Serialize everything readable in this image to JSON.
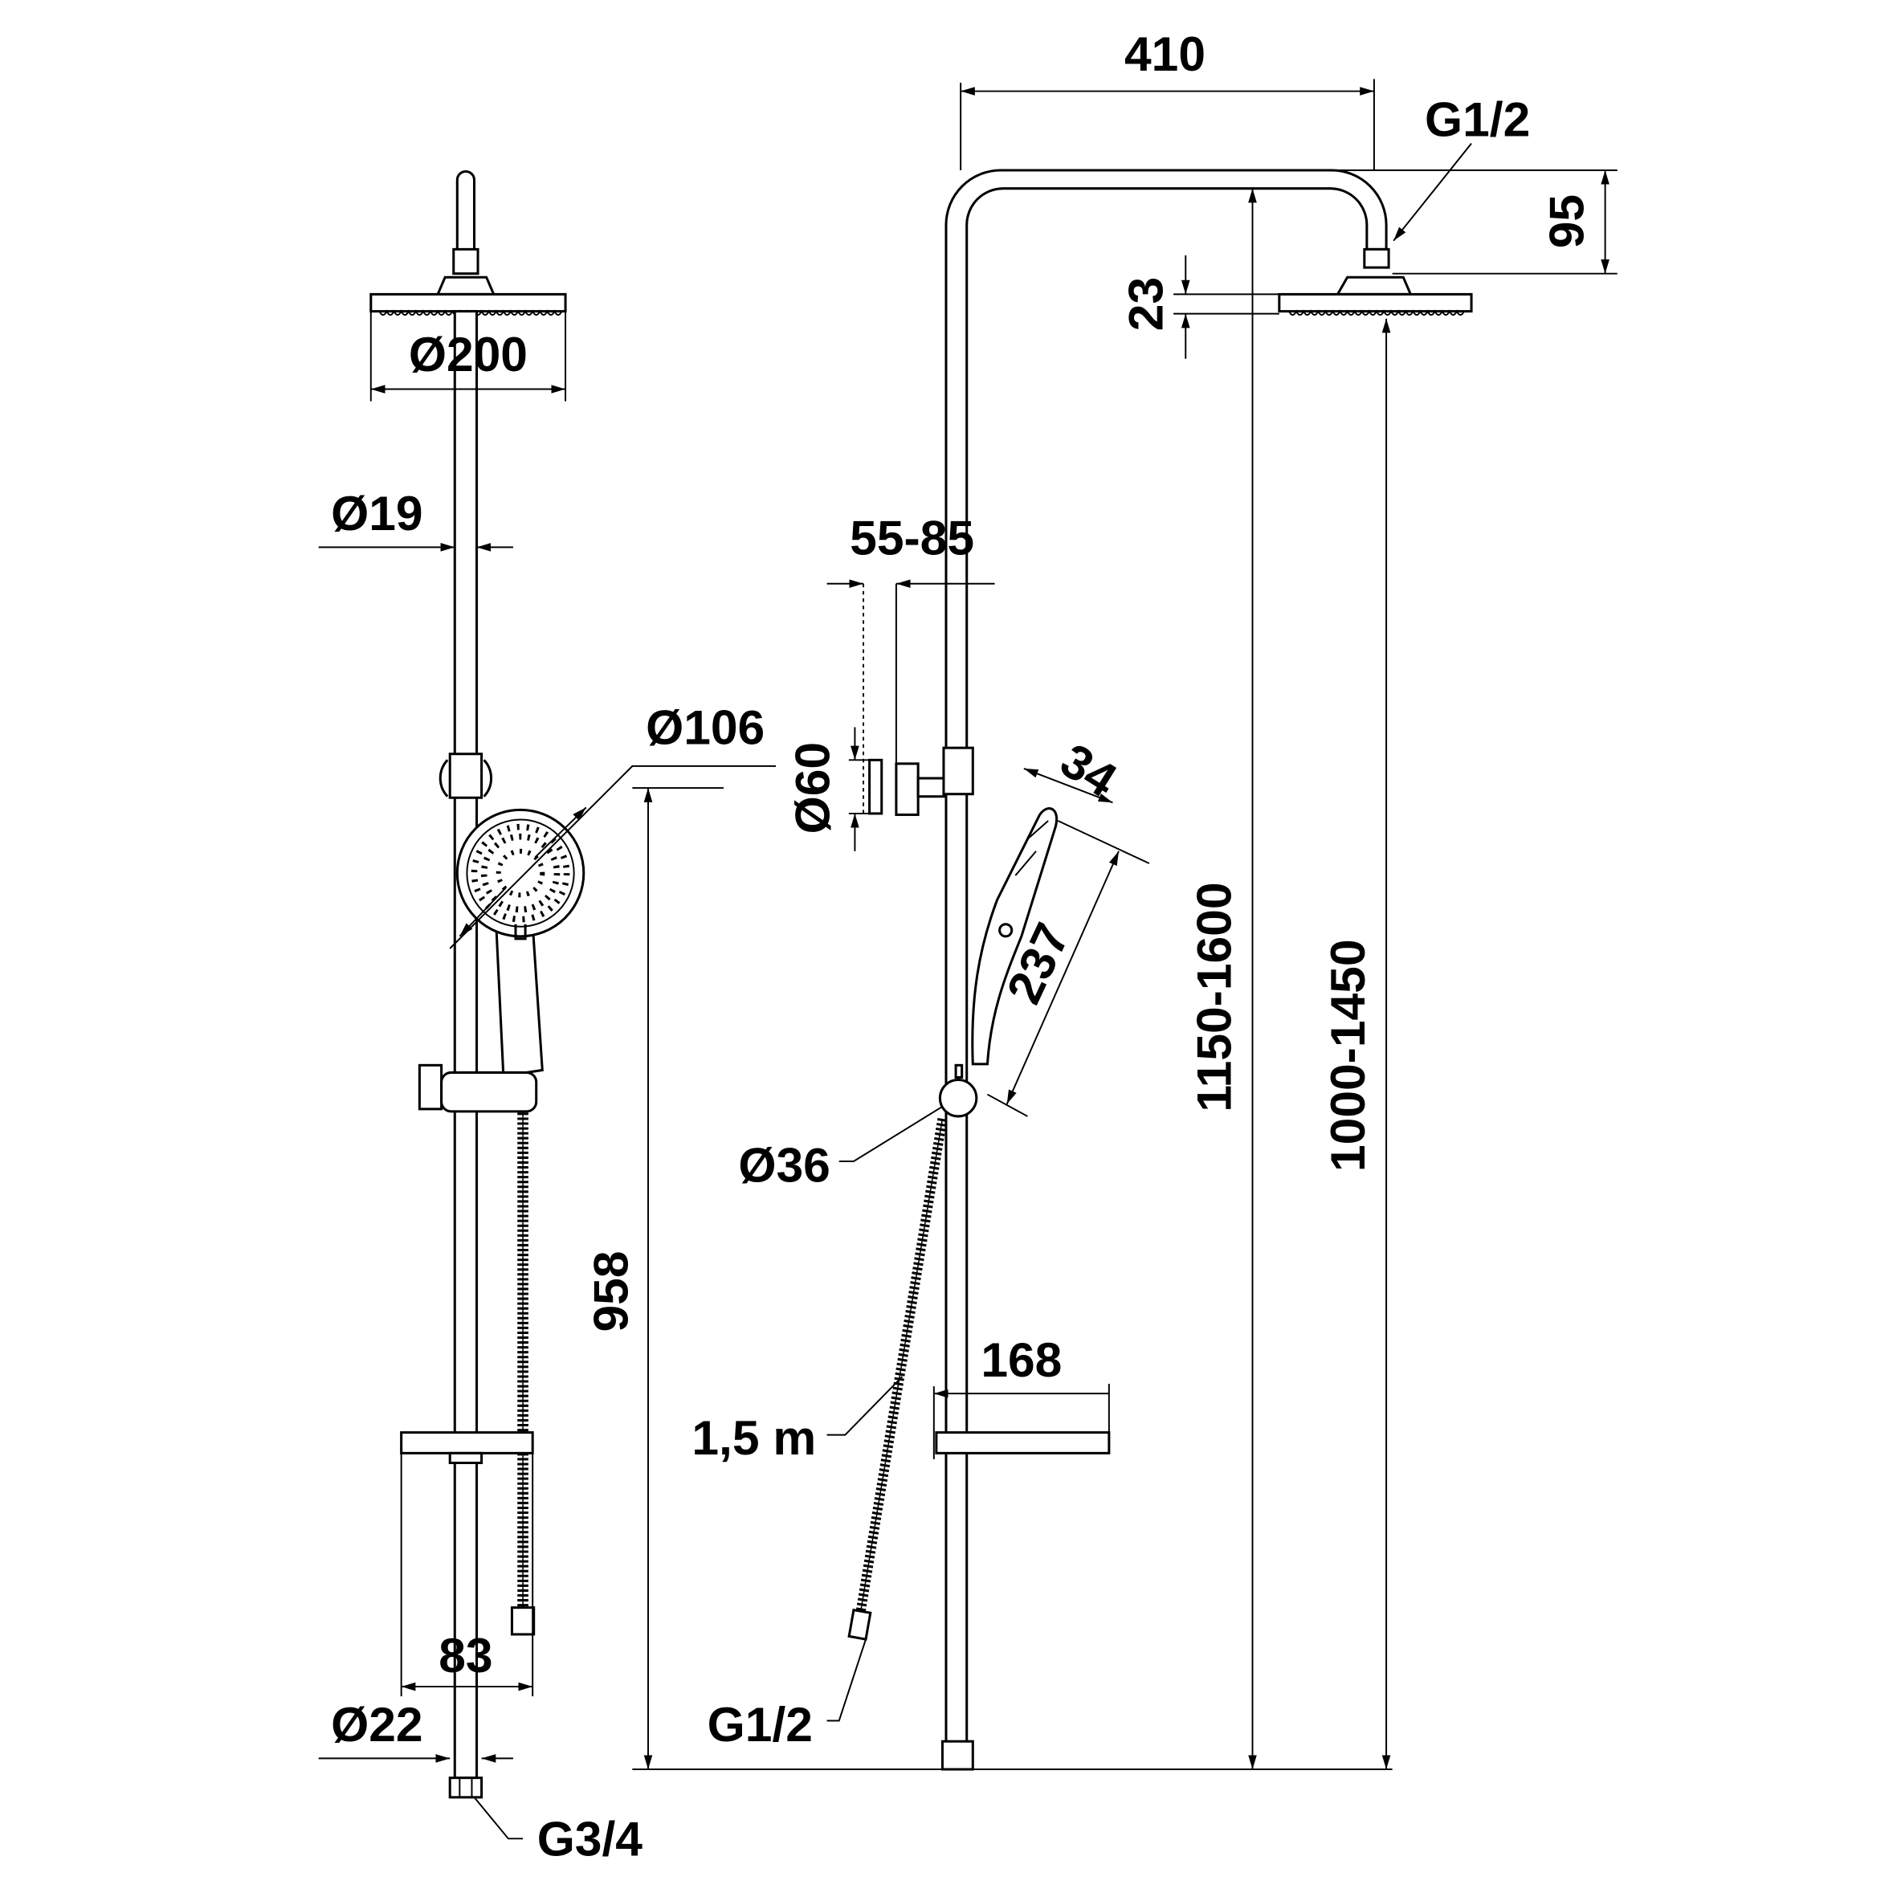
{
  "drawing": {
    "title": "Shower system dimension drawing",
    "front_view": {
      "head_diameter": "Ø200",
      "pipe_diameter": "Ø19",
      "hand_shower_diameter": "Ø106",
      "rail_height": "958",
      "soap_dish_width": "83",
      "inlet_diameter": "Ø22",
      "inlet_thread": "G3/4"
    },
    "side_view": {
      "arm_length": "410",
      "head_thread": "G1/2",
      "head_drop": "95",
      "head_thickness": "23",
      "wall_distance": "55-85",
      "bracket_diameter": "Ø60",
      "hand_shower_width": "34",
      "hand_shower_length": "237",
      "diverter_diameter": "Ø36",
      "total_height": "1150-1600",
      "head_height": "1000-1450",
      "hose_length": "1,5 m",
      "hose_thread": "G1/2",
      "shelf_depth": "168"
    }
  }
}
